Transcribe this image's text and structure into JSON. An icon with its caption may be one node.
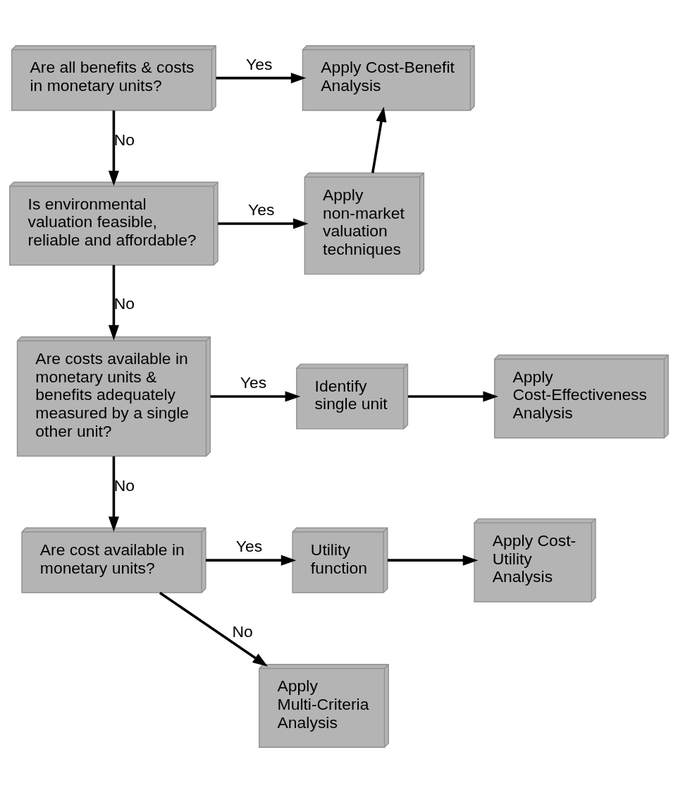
{
  "diagram": {
    "nodes": [
      {
        "text": [
          "Are all benefits & costs in monetary units?"
        ]
      },
      {
        "text": [
          "Apply Cost-Benefit Analysis"
        ]
      },
      {
        "text": [
          "Is environmental valuation feasible, reliable and affordable?"
        ]
      },
      {
        "text": [
          "Apply non-market valuation techniques"
        ]
      },
      {
        "text": [
          "Are costs available in monetary units & benefits adequately measured by a single other unit?"
        ]
      },
      {
        "text": [
          "Identify single unit"
        ]
      },
      {
        "text": [
          "Apply Cost-Effectiveness Analysis"
        ]
      },
      {
        "text": [
          "Are cost available in monetary units?"
        ]
      },
      {
        "text": [
          "Utility function"
        ]
      },
      {
        "text": [
          "Apply Cost- Utility Analysis"
        ]
      },
      {
        "text": [
          "Apply Multi-Criteria Analysis"
        ]
      }
    ],
    "edges": [
      {
        "from": 0,
        "to": 1,
        "arrow": "to",
        "label": "Yes"
      },
      {
        "from": 0,
        "to": 2,
        "arrow": "to",
        "label": "No"
      },
      {
        "from": 2,
        "to": 3,
        "arrow": "to",
        "label": "Yes"
      },
      {
        "from": 3,
        "to": 1,
        "arrow": "to"
      },
      {
        "from": 2,
        "to": 4,
        "arrow": "to",
        "label": "No"
      },
      {
        "from": 4,
        "to": 5,
        "arrow": "to",
        "label": "Yes"
      },
      {
        "from": 5,
        "to": 6,
        "arrow": "to"
      },
      {
        "from": 4,
        "to": 7,
        "arrow": "to",
        "label": "No"
      },
      {
        "from": 7,
        "to": 8,
        "arrow": "to",
        "label": "Yes"
      },
      {
        "from": 8,
        "to": 9,
        "arrow": "to"
      },
      {
        "from": 7,
        "to": 10,
        "arrow": "to",
        "label": "No"
      }
    ]
  }
}
